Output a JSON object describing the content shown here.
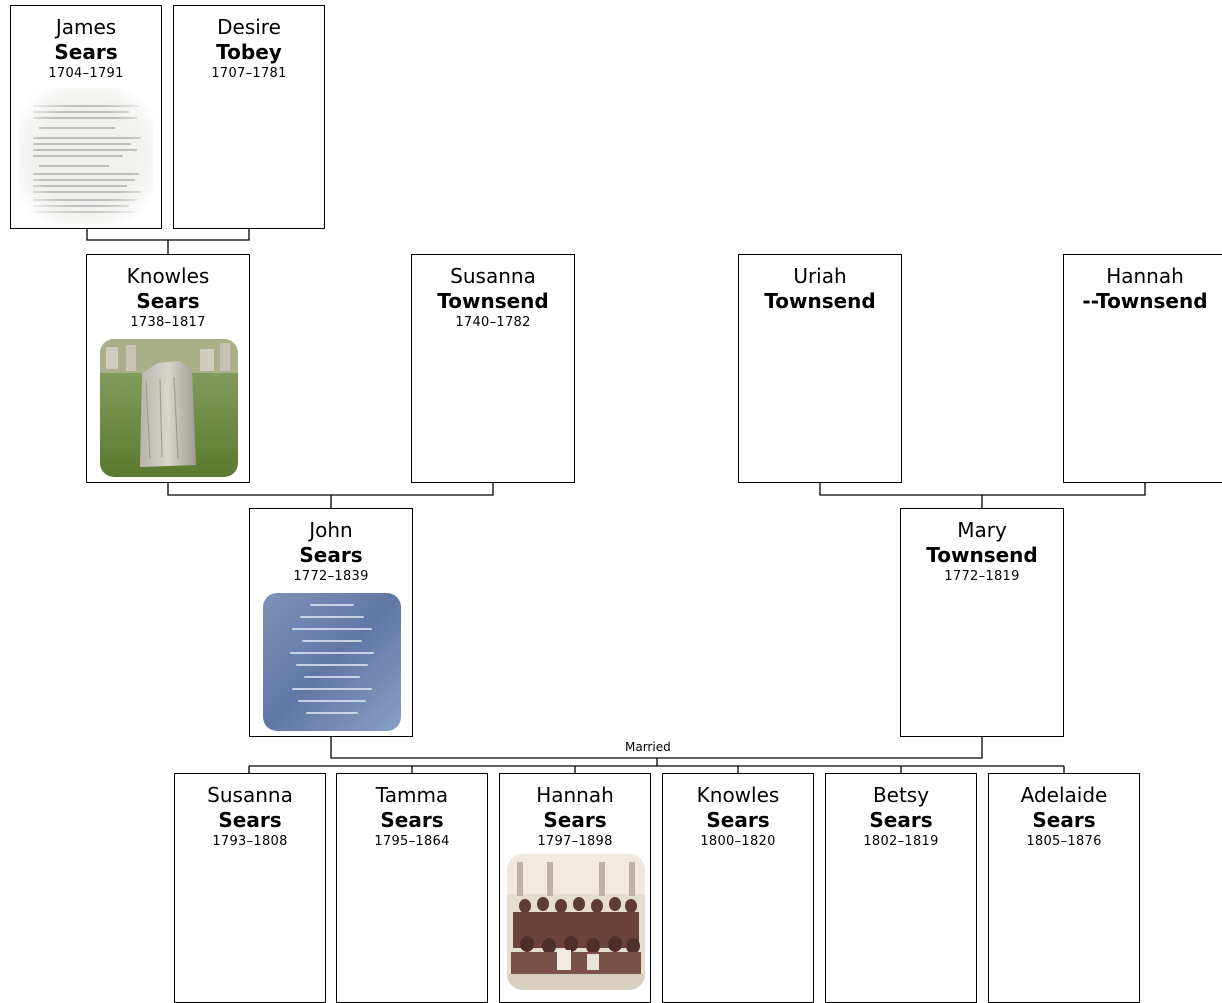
{
  "people": {
    "james": {
      "given": "James",
      "surname": "Sears",
      "dates": "1704–1791"
    },
    "desire": {
      "given": "Desire",
      "surname": "Tobey",
      "dates": "1707–1781"
    },
    "knowles": {
      "given": "Knowles",
      "surname": "Sears",
      "dates": "1738–1817"
    },
    "susanna": {
      "given": "Susanna",
      "surname": "Townsend",
      "dates": "1740–1782"
    },
    "uriah": {
      "given": "Uriah",
      "surname": "Townsend",
      "dates": ""
    },
    "hannahT": {
      "given": "Hannah",
      "surname": "--Townsend",
      "dates": ""
    },
    "john": {
      "given": "John",
      "surname": "Sears",
      "dates": "1772–1839"
    },
    "mary": {
      "given": "Mary",
      "surname": "Townsend",
      "dates": "1772–1819"
    }
  },
  "children": [
    {
      "given": "Susanna",
      "surname": "Sears",
      "dates": "1793–1808"
    },
    {
      "given": "Tamma",
      "surname": "Sears",
      "dates": "1795–1864"
    },
    {
      "given": "Hannah",
      "surname": "Sears",
      "dates": "1797–1898"
    },
    {
      "given": "Knowles",
      "surname": "Sears",
      "dates": "1800–1820"
    },
    {
      "given": "Betsy",
      "surname": "Sears",
      "dates": "1802–1819"
    },
    {
      "given": "Adelaide",
      "surname": "Sears",
      "dates": "1805–1876"
    }
  ],
  "marriage_label": "Married",
  "photos": {
    "james": "document-scan-photo",
    "knowles": "gravestone-photo",
    "john": "engraved-gravestone-photo",
    "hannah": "group-portrait-photo"
  }
}
